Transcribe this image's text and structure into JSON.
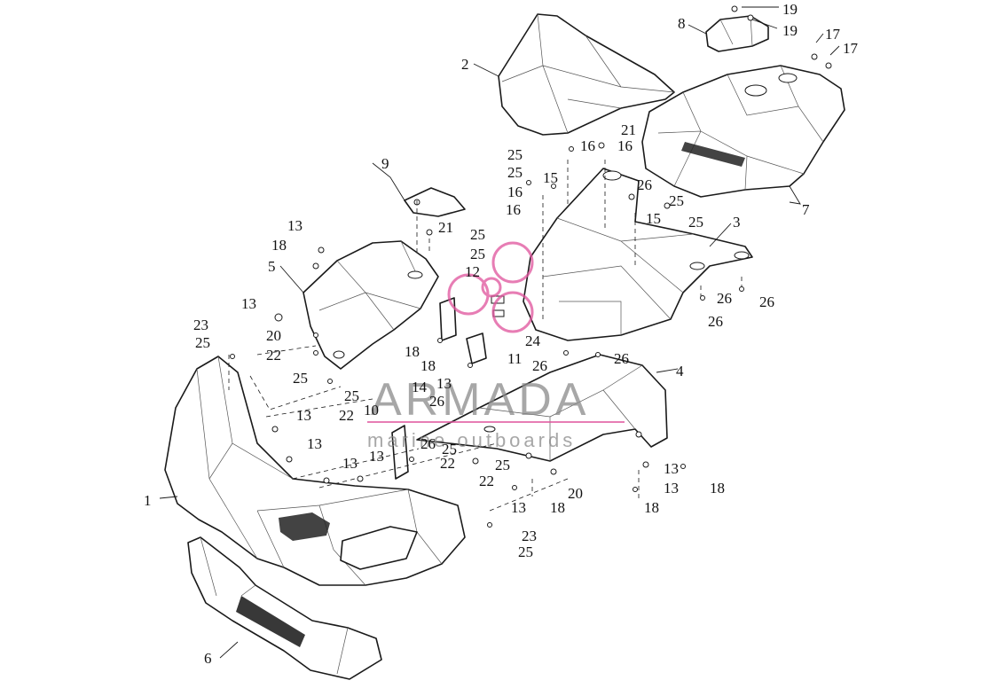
{
  "watermark": {
    "brand": "ARMADA",
    "tagline": "marine outboards",
    "logo_color": "#e0529c",
    "text_color": "#8a8a8a"
  },
  "part_labels": [
    {
      "id": "p1",
      "text": "1"
    },
    {
      "id": "p2",
      "text": "2"
    },
    {
      "id": "p3",
      "text": "3"
    },
    {
      "id": "p4",
      "text": "4"
    },
    {
      "id": "p5",
      "text": "5"
    },
    {
      "id": "p6",
      "text": "6"
    },
    {
      "id": "p7",
      "text": "7"
    },
    {
      "id": "p8",
      "text": "8"
    },
    {
      "id": "p9",
      "text": "9"
    },
    {
      "id": "p10",
      "text": "10"
    },
    {
      "id": "p11",
      "text": "11"
    },
    {
      "id": "p12",
      "text": "12"
    },
    {
      "id": "p13a",
      "text": "13"
    },
    {
      "id": "p13b",
      "text": "13"
    },
    {
      "id": "p13c",
      "text": "13"
    },
    {
      "id": "p13d",
      "text": "13"
    },
    {
      "id": "p13e",
      "text": "13"
    },
    {
      "id": "p13f",
      "text": "13"
    },
    {
      "id": "p13g",
      "text": "13"
    },
    {
      "id": "p13h",
      "text": "13"
    },
    {
      "id": "p13i",
      "text": "13"
    },
    {
      "id": "p13j",
      "text": "13"
    },
    {
      "id": "p14",
      "text": "14"
    },
    {
      "id": "p15a",
      "text": "15"
    },
    {
      "id": "p15b",
      "text": "15"
    },
    {
      "id": "p16a",
      "text": "16"
    },
    {
      "id": "p16b",
      "text": "16"
    },
    {
      "id": "p16c",
      "text": "16"
    },
    {
      "id": "p16d",
      "text": "16"
    },
    {
      "id": "p17a",
      "text": "17"
    },
    {
      "id": "p17b",
      "text": "17"
    },
    {
      "id": "p18a",
      "text": "18"
    },
    {
      "id": "p18b",
      "text": "18"
    },
    {
      "id": "p18c",
      "text": "18"
    },
    {
      "id": "p18d",
      "text": "18"
    },
    {
      "id": "p18e",
      "text": "18"
    },
    {
      "id": "p18f",
      "text": "18"
    },
    {
      "id": "p19a",
      "text": "19"
    },
    {
      "id": "p19b",
      "text": "19"
    },
    {
      "id": "p20a",
      "text": "20"
    },
    {
      "id": "p20b",
      "text": "20"
    },
    {
      "id": "p21a",
      "text": "21"
    },
    {
      "id": "p21b",
      "text": "21"
    },
    {
      "id": "p22a",
      "text": "22"
    },
    {
      "id": "p22b",
      "text": "22"
    },
    {
      "id": "p22c",
      "text": "22"
    },
    {
      "id": "p22d",
      "text": "22"
    },
    {
      "id": "p23a",
      "text": "23"
    },
    {
      "id": "p23b",
      "text": "23"
    },
    {
      "id": "p24",
      "text": "24"
    },
    {
      "id": "p25a",
      "text": "25"
    },
    {
      "id": "p25b",
      "text": "25"
    },
    {
      "id": "p25c",
      "text": "25"
    },
    {
      "id": "p25d",
      "text": "25"
    },
    {
      "id": "p25e",
      "text": "25"
    },
    {
      "id": "p25f",
      "text": "25"
    },
    {
      "id": "p25g",
      "text": "25"
    },
    {
      "id": "p25h",
      "text": "25"
    },
    {
      "id": "p25i",
      "text": "25"
    },
    {
      "id": "p25j",
      "text": "25"
    },
    {
      "id": "p25k",
      "text": "25"
    },
    {
      "id": "p25l",
      "text": "25"
    },
    {
      "id": "p26a",
      "text": "26"
    },
    {
      "id": "p26b",
      "text": "26"
    },
    {
      "id": "p26c",
      "text": "26"
    },
    {
      "id": "p26d",
      "text": "26"
    },
    {
      "id": "p26e",
      "text": "26"
    },
    {
      "id": "p26f",
      "text": "26"
    },
    {
      "id": "p26g",
      "text": "26"
    },
    {
      "id": "p26h",
      "text": "26"
    }
  ]
}
